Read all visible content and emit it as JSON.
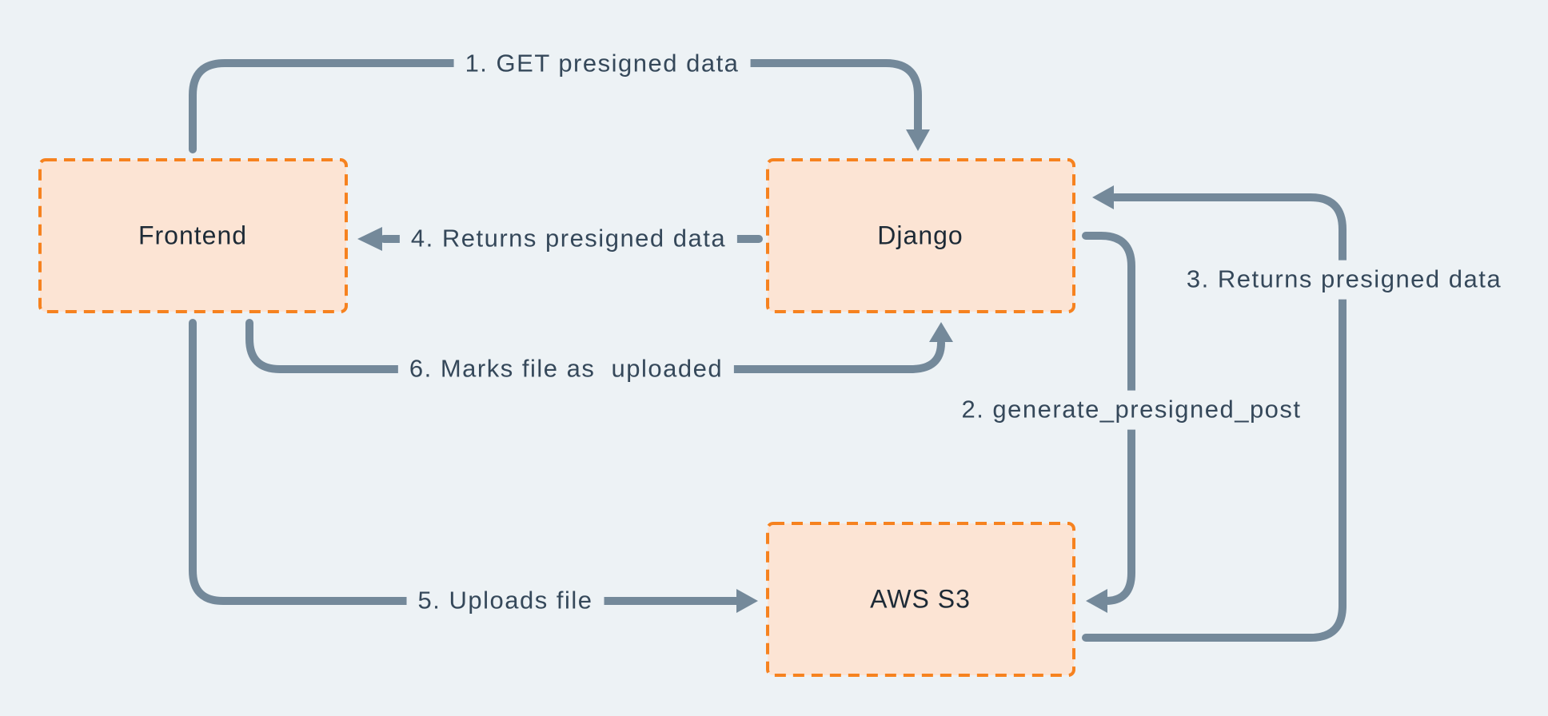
{
  "colors": {
    "background": "#edf2f5",
    "node_fill": "#fce4d4",
    "node_border": "#f6821f",
    "connector": "#74899a",
    "step_text": "#35485a",
    "node_text": "#1d2a36"
  },
  "nodes": [
    {
      "id": "frontend",
      "label": "Frontend"
    },
    {
      "id": "django",
      "label": "Django"
    },
    {
      "id": "aws-s3",
      "label": "AWS S3"
    }
  ],
  "steps": [
    {
      "num": 1,
      "label": "1. GET presigned data",
      "from": "Frontend",
      "to": "Django"
    },
    {
      "num": 2,
      "label": "2. generate_presigned_post",
      "from": "Django",
      "to": "AWS S3"
    },
    {
      "num": 3,
      "label": "3. Returns presigned data",
      "from": "AWS S3",
      "to": "Django"
    },
    {
      "num": 4,
      "label": "4. Returns presigned data",
      "from": "Django",
      "to": "Frontend"
    },
    {
      "num": 5,
      "label": "5. Uploads file",
      "from": "Frontend",
      "to": "AWS S3"
    },
    {
      "num": 6,
      "label": "6. Marks file as  uploaded",
      "from": "Frontend",
      "to": "Django"
    }
  ]
}
